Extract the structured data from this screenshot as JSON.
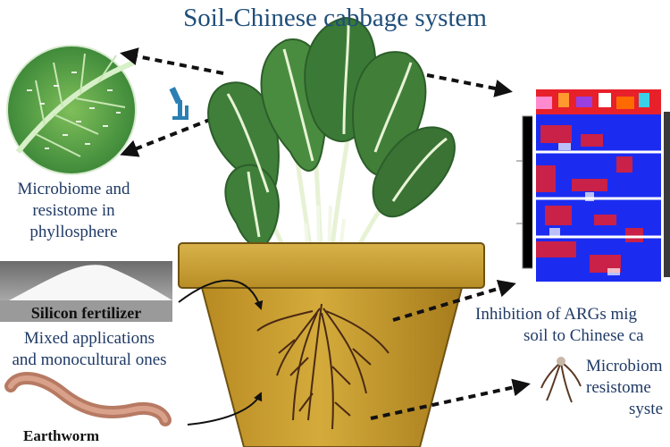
{
  "title": "Soil-Chinese cabbage system",
  "phyllosphere": {
    "line1": "Microbiome and",
    "line2": "resistome in",
    "line3": "phyllosphere"
  },
  "silicon": {
    "label": "Silicon fertilizer",
    "line1": "Mixed applications",
    "line2": "and monocultural ones"
  },
  "earthworm": {
    "label": "Earthworm"
  },
  "inhibition": {
    "line1": "Inhibition of ARGs mig",
    "line2": "soil to Chinese ca"
  },
  "root_microbiome": {
    "line1": "Microbiom",
    "line2": "resistome",
    "line3": "syste"
  },
  "colors": {
    "title": "#1f4e79",
    "text_blue": "#1f3a66",
    "pot": "#c9a032",
    "leaf": "#3d7d3a",
    "heatmap_blue": "#1b2cf0",
    "heatmap_red": "#e8202a"
  },
  "icons": [
    "microscope-icon",
    "leaf-magnified-icon",
    "fertilizer-pile-icon",
    "earthworm-icon",
    "roots-icon",
    "heatmap-icon"
  ]
}
